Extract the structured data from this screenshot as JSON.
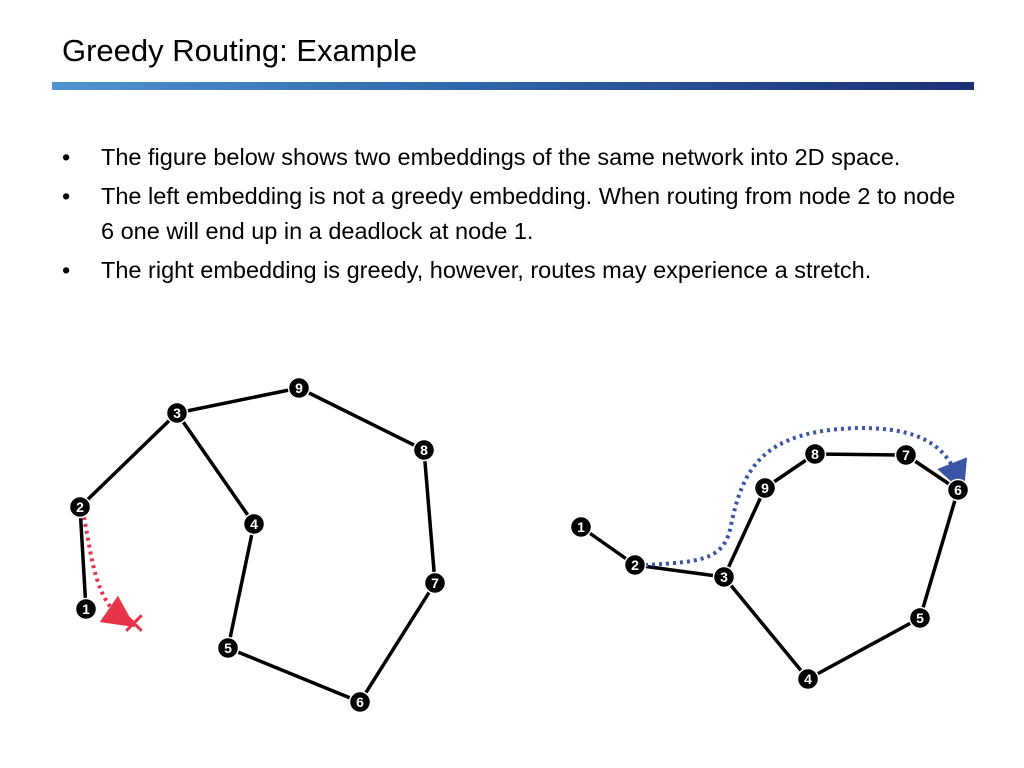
{
  "slide": {
    "title": "Greedy Routing: Example",
    "bullet_symbol": "•",
    "bullets": [
      "The figure below shows two embeddings of the same network into 2D space.",
      "The left embedding is not a greedy embedding. When routing from node 2 to node 6 one will end up in a deadlock at node 1.",
      "The right embedding is greedy, however, routes may experience a stretch."
    ]
  },
  "figure": {
    "colors": {
      "edge": "#000000",
      "node": "#000000",
      "left_path": "#e8344a",
      "right_path": "#3a55a4"
    },
    "left_embedding": {
      "nodes": [
        "1",
        "2",
        "3",
        "4",
        "5",
        "6",
        "7",
        "8",
        "9"
      ],
      "edges": [
        [
          "1",
          "2"
        ],
        [
          "2",
          "3"
        ],
        [
          "3",
          "9"
        ],
        [
          "3",
          "4"
        ],
        [
          "9",
          "8"
        ],
        [
          "8",
          "7"
        ],
        [
          "7",
          "6"
        ],
        [
          "6",
          "5"
        ],
        [
          "5",
          "4"
        ]
      ],
      "route": {
        "from": "2",
        "to": "1",
        "outcome": "deadlock",
        "marker": "✕"
      }
    },
    "right_embedding": {
      "nodes": [
        "1",
        "2",
        "3",
        "4",
        "5",
        "6",
        "7",
        "8",
        "9"
      ],
      "edges": [
        [
          "1",
          "2"
        ],
        [
          "2",
          "3"
        ],
        [
          "3",
          "9"
        ],
        [
          "3",
          "4"
        ],
        [
          "9",
          "8"
        ],
        [
          "8",
          "7"
        ],
        [
          "7",
          "6"
        ],
        [
          "6",
          "5"
        ],
        [
          "5",
          "4"
        ]
      ],
      "route": {
        "from": "2",
        "to": "6",
        "outcome": "delivered"
      }
    }
  }
}
